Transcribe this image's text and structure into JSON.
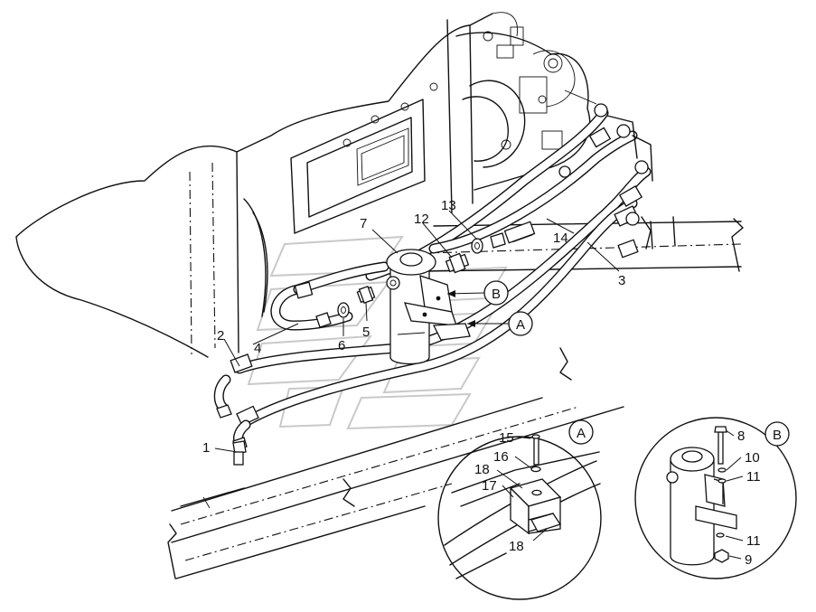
{
  "callouts": {
    "c1": "1",
    "c2": "2",
    "c3": "3",
    "c4": "4",
    "c5": "5",
    "c6": "6",
    "c7": "7",
    "c12": "12",
    "c13": "13",
    "c14": "14",
    "ref_a": "A",
    "ref_b": "B"
  },
  "detail_a": {
    "id": "A",
    "c15": "15",
    "c16": "16",
    "c17": "17",
    "c18_top": "18",
    "c18_bottom": "18"
  },
  "detail_b": {
    "id": "B",
    "c8": "8",
    "c9": "9",
    "c10": "10",
    "c11_top": "11",
    "c11_bottom": "11"
  }
}
